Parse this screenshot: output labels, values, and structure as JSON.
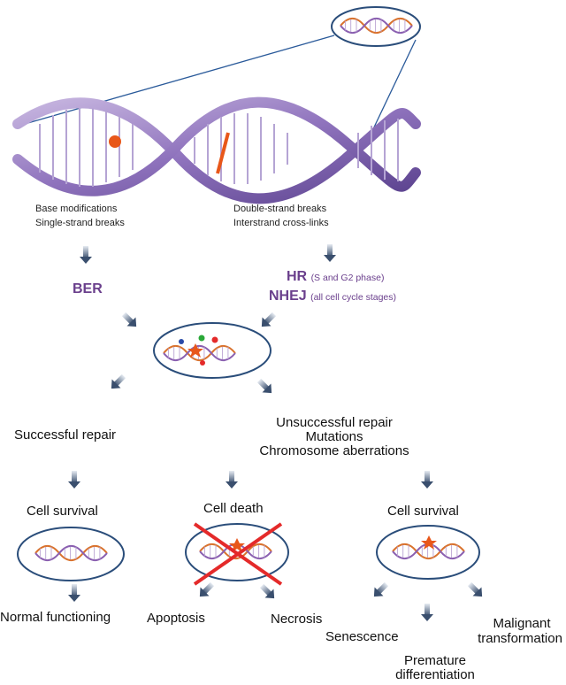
{
  "damage": {
    "left_line1": "Base modifications",
    "left_line2": "Single-strand breaks",
    "right_line1": "Double-strand breaks",
    "right_line2": "Interstrand cross-links"
  },
  "repair": {
    "ber": "BER",
    "hr": "HR",
    "hr_note": "(S and G2 phase)",
    "nhej": "NHEJ",
    "nhej_note": "(all cell cycle stages)"
  },
  "outcomes": {
    "success": "Successful repair",
    "unsuccessful_line1": "Unsuccessful repair",
    "unsuccessful_line2": "Mutations",
    "unsuccessful_line3": "Chromosome aberrations"
  },
  "fates": {
    "survival_left": "Cell survival",
    "death": "Cell death",
    "survival_right": "Cell survival"
  },
  "results": {
    "normal": "Normal functioning",
    "apoptosis": "Apoptosis",
    "necrosis": "Necrosis",
    "senescence": "Senescence",
    "premature_line1": "Premature",
    "premature_line2": "differentiation",
    "malignant_line1": "Malignant",
    "malignant_line2": "transformation"
  },
  "colors": {
    "helix_purple": "#7b5fa6",
    "ellipse_border": "#2a4d7a",
    "lesion_orange": "#e8571a",
    "cross_red": "#e42a2a",
    "text_purple": "#6a3f8c"
  }
}
